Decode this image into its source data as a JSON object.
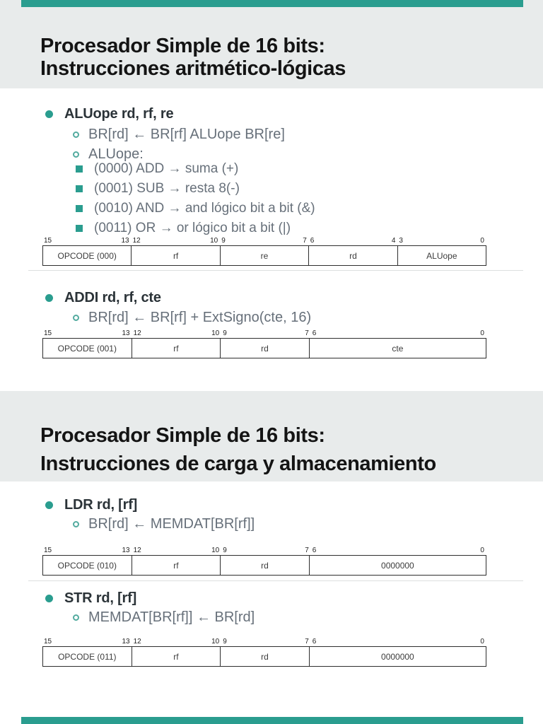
{
  "accent_color": "#2a9d8f",
  "band_color": "#e8ebeb",
  "slide1": {
    "title_line1": "Procesador Simple de 16 bits:",
    "title_line2": "Instrucciones aritmético-lógicas",
    "bullet1": "ALUope rd, rf, re",
    "bullet1_sub1": "BR[rd] ← BR[rf] ALUope BR[re]",
    "bullet1_sub2": "ALUope:",
    "aluope_options": [
      "(0000) ADD → suma (+)",
      "(0001) SUB → resta 8(-)",
      "(0010) AND → and lógico bit a bit (&)",
      "(0011) OR → or lógico bit a bit (|)"
    ],
    "bullet2": "ADDI rd, rf, cte",
    "bullet2_sub1": "BR[rd] ← BR[rf] + ExtSigno(cte, 16)"
  },
  "slide2": {
    "title_line1": "Procesador Simple de 16 bits:",
    "title_line2": "Instrucciones de carga y almacenamiento",
    "bullet1": "LDR rd, [rf]",
    "bullet1_sub1": "BR[rd] ← MEMDAT[BR[rf]]",
    "bullet2": "STR rd, [rf]",
    "bullet2_sub1": "MEMDAT[BR[rf]] ← BR[rd]"
  },
  "tables": {
    "alu": {
      "bit_labels": [
        [
          "15",
          "13"
        ],
        [
          "12",
          "10"
        ],
        [
          "9",
          "7"
        ],
        [
          "6",
          "4"
        ],
        [
          "3",
          "0"
        ]
      ],
      "fields": [
        "OPCODE (000)",
        "rf",
        "re",
        "rd",
        "ALUope"
      ]
    },
    "addi": {
      "bit_labels": [
        [
          "15",
          "13"
        ],
        [
          "12",
          "10"
        ],
        [
          "9",
          "7"
        ],
        [
          "6",
          "0"
        ]
      ],
      "fields": [
        "OPCODE (001)",
        "rf",
        "rd",
        "cte"
      ]
    },
    "ldr": {
      "bit_labels": [
        [
          "15",
          "13"
        ],
        [
          "12",
          "10"
        ],
        [
          "9",
          "7"
        ],
        [
          "6",
          "0"
        ]
      ],
      "fields": [
        "OPCODE (010)",
        "rf",
        "rd",
        "0000000"
      ]
    },
    "str": {
      "bit_labels": [
        [
          "15",
          "13"
        ],
        [
          "12",
          "10"
        ],
        [
          "9",
          "7"
        ],
        [
          "6",
          "0"
        ]
      ],
      "fields": [
        "OPCODE (011)",
        "rf",
        "rd",
        "0000000"
      ]
    }
  }
}
